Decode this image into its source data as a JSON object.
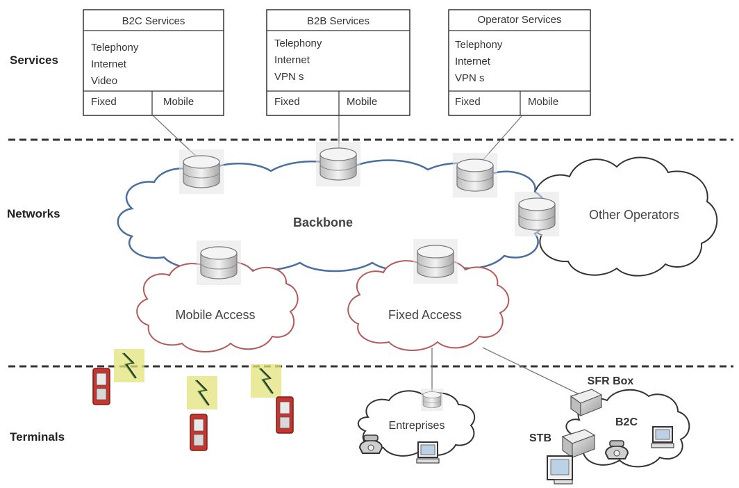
{
  "layers": {
    "services": "Services",
    "networks": "Networks",
    "terminals": "Terminals"
  },
  "services": [
    {
      "title": "B2C Services",
      "items": [
        "Telephony",
        "Internet",
        "Video"
      ],
      "fixed": "Fixed",
      "mobile": "Mobile"
    },
    {
      "title": "B2B Services",
      "items": [
        "Telephony",
        "Internet",
        "VPN s"
      ],
      "fixed": "Fixed",
      "mobile": "Mobile"
    },
    {
      "title": "Operator Services",
      "items": [
        "Telephony",
        "Internet",
        "VPN s"
      ],
      "fixed": "Fixed",
      "mobile": "Mobile"
    }
  ],
  "networks": {
    "backbone": "Backbone",
    "other_operators": "Other Operators",
    "mobile_access": "Mobile Access",
    "fixed_access": "Fixed Access"
  },
  "terminals": {
    "entreprises": "Entreprises",
    "sfr_box": "SFR Box",
    "b2c": "B2C",
    "stb": "STB"
  },
  "colors": {
    "backbone_stroke": "#4a6f9e",
    "access_stroke": "#b55a5a",
    "other_stroke": "#333333",
    "phone_red": "#c8352e",
    "signal_yellow": "#e0e07a"
  }
}
